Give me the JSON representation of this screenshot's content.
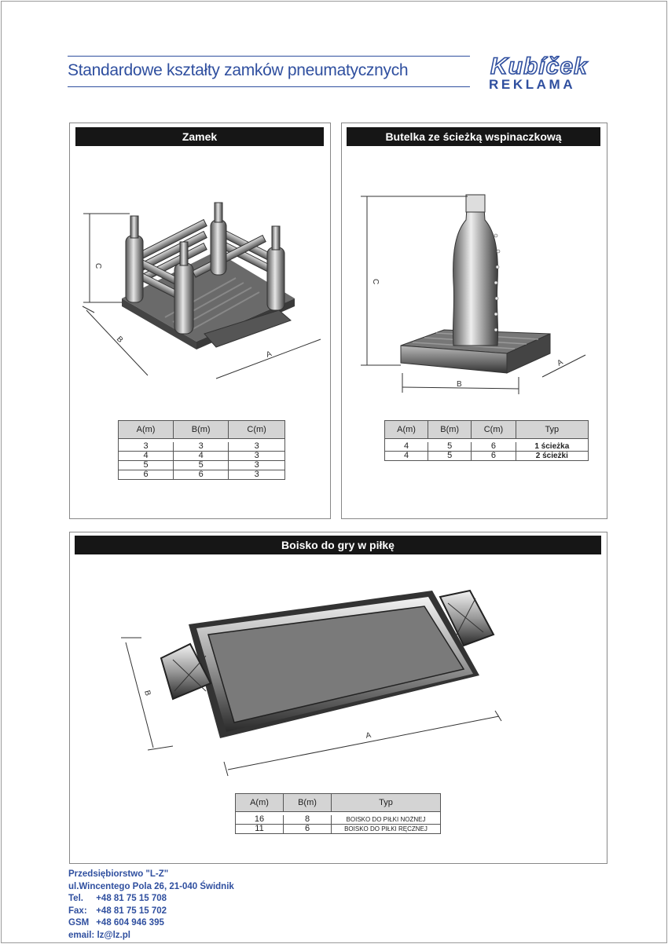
{
  "header": {
    "title": "Standardowe kształty zamków pneumatycznych",
    "logo_top": "Kubíček",
    "logo_bottom": "REKLAMA"
  },
  "panels": [
    {
      "title": "Zamek",
      "labels": {
        "a": "A",
        "b": "B",
        "c": "C"
      },
      "columns": [
        "A(m)",
        "B(m)",
        "C(m)"
      ],
      "rows": [
        [
          "3",
          "3",
          "3"
        ],
        [
          "4",
          "4",
          "3"
        ],
        [
          "5",
          "5",
          "3"
        ],
        [
          "6",
          "6",
          "3"
        ]
      ]
    },
    {
      "title": "Butelka ze ścieżką wspinaczkową",
      "labels": {
        "a": "A",
        "b": "B",
        "c": "C"
      },
      "columns": [
        "A(m)",
        "B(m)",
        "C(m)",
        "Typ"
      ],
      "rows": [
        [
          "4",
          "5",
          "6",
          "1 ścieżka"
        ],
        [
          "4",
          "5",
          "6",
          "2 ścieżki"
        ]
      ]
    },
    {
      "title": "Boisko do gry w piłkę",
      "labels": {
        "a": "A",
        "b": "B"
      },
      "columns": [
        "A(m)",
        "B(m)",
        "Typ"
      ],
      "rows": [
        [
          "16",
          "8",
          "BOISKO DO PIŁKI NOŻNEJ"
        ],
        [
          "11",
          "6",
          "BOISKO DO PIŁKI RĘCZNEJ"
        ]
      ]
    }
  ],
  "footer": {
    "company": "Przedsiębiorstwo \"L-Z\"",
    "address": "ul.Wincentego Pola 26, 21-040 Świdnik",
    "tel_label": "Tel.",
    "tel": "+48 81 75 15 708",
    "fax_label": "Fax:",
    "fax": "+48 81 75 15 702",
    "gsm_label": "GSM",
    "gsm": "+48 604 946 395",
    "email_label": "email:",
    "email": "lz@lz.pl"
  },
  "colors": {
    "brand": "#2f4f9f",
    "title_bar": "#161616",
    "table_header": "#d4d4d4"
  }
}
